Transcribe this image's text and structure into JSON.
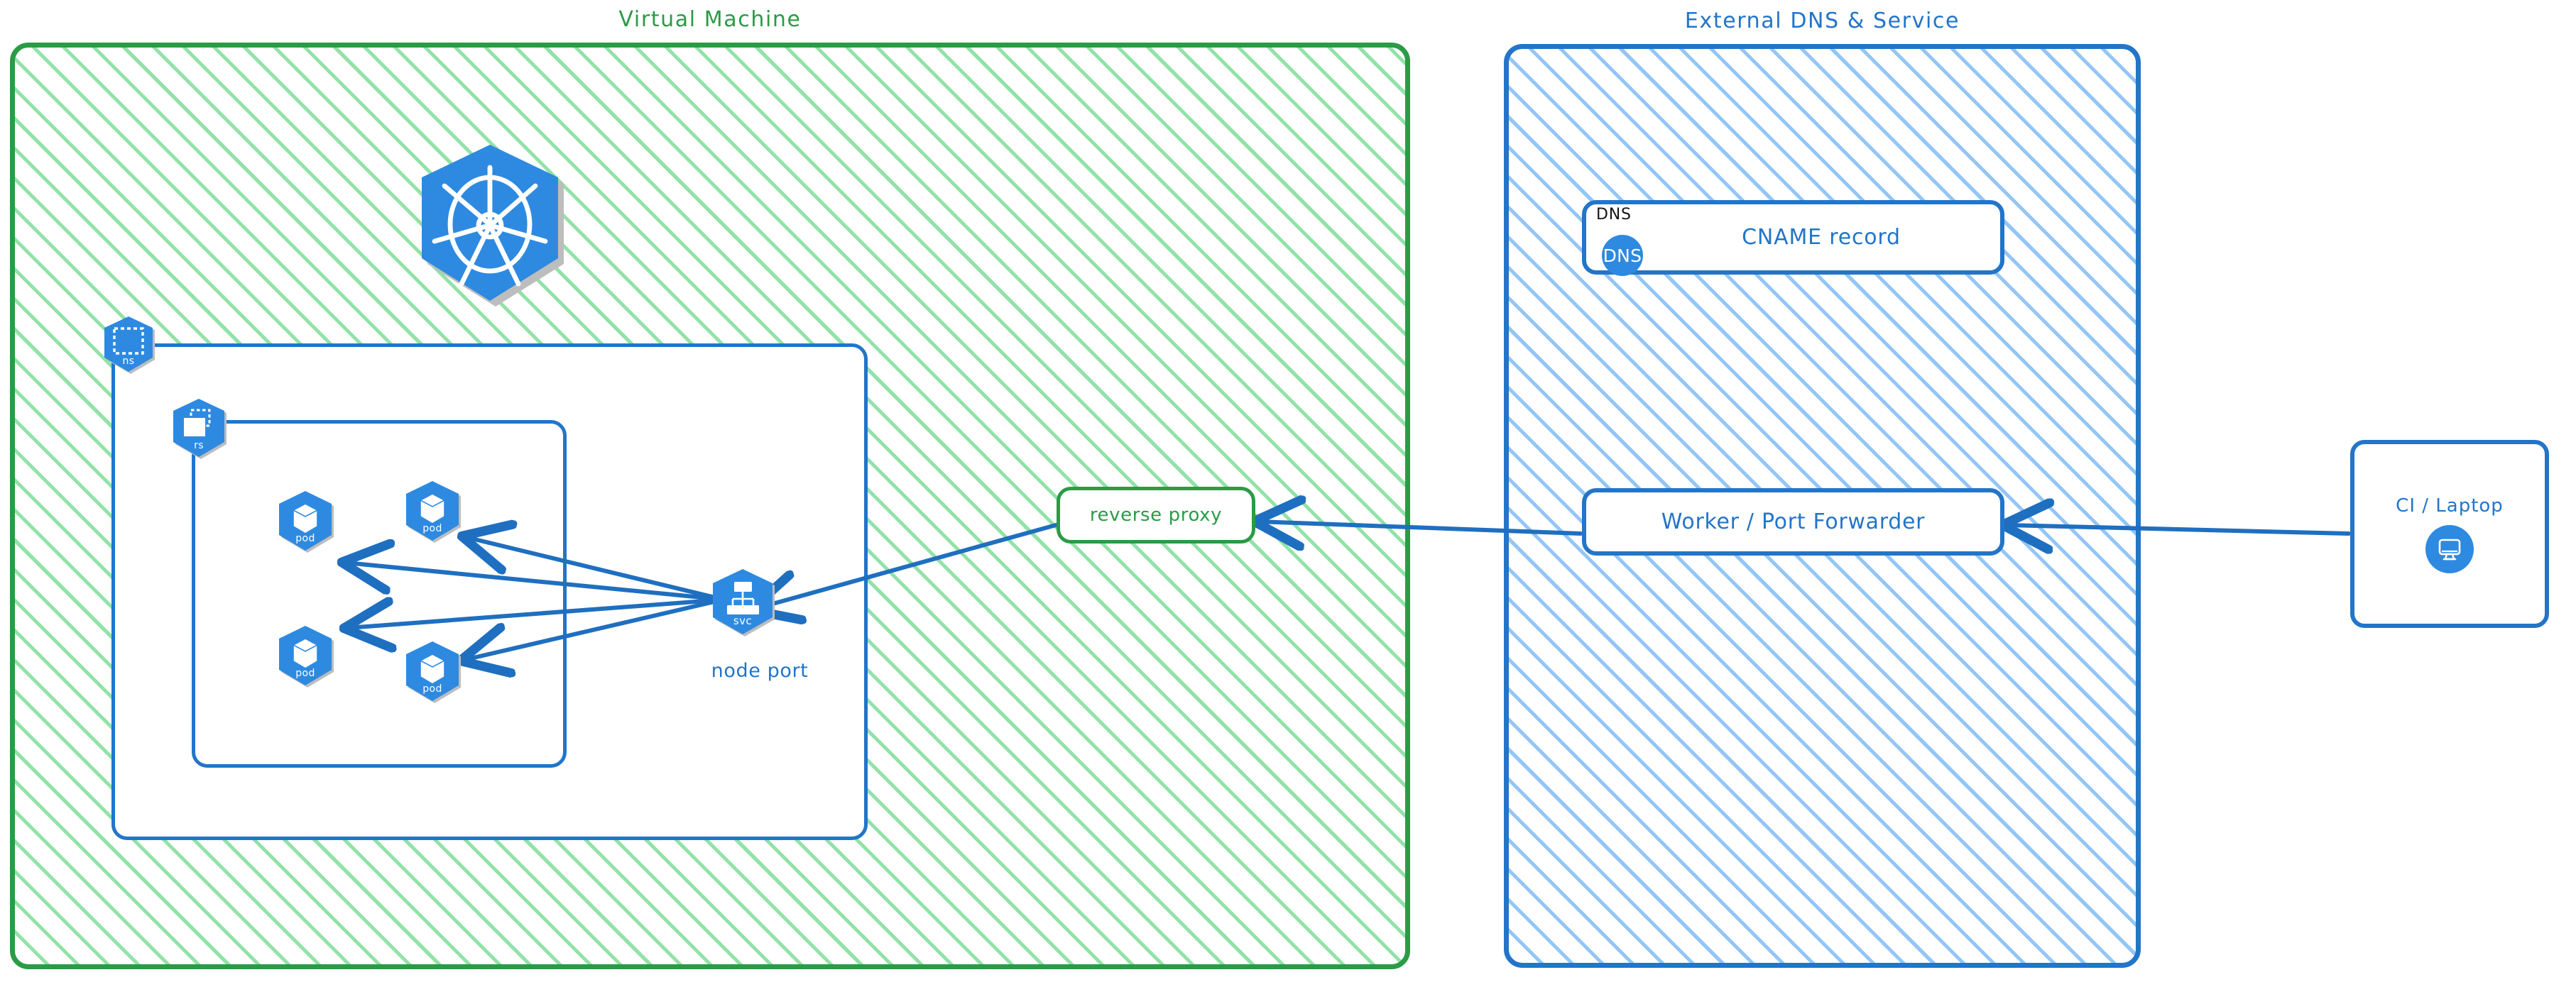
{
  "zones": {
    "vm": {
      "title": "Virtual Machine",
      "color": "#2b9b46"
    },
    "external": {
      "title": "External DNS & Service",
      "color": "#2275c9"
    }
  },
  "kubernetes": {
    "logo_icon": "kubernetes-helm-icon",
    "namespace": {
      "label": "ns",
      "icon": "namespace-icon"
    },
    "replicaset": {
      "label": "rs",
      "icon": "replicaset-icon"
    },
    "service": {
      "label": "svc",
      "icon": "service-icon",
      "caption": "node port"
    },
    "pods": [
      {
        "label": "pod",
        "icon": "pod-icon"
      },
      {
        "label": "pod",
        "icon": "pod-icon"
      },
      {
        "label": "pod",
        "icon": "pod-icon"
      },
      {
        "label": "pod",
        "icon": "pod-icon"
      }
    ]
  },
  "nodes": {
    "reverse_proxy": {
      "label": "reverse proxy",
      "color": "#2b9b46"
    },
    "dns_record": {
      "header": "DNS",
      "badge": "DNS",
      "label": "CNAME record",
      "color": "#2275c9"
    },
    "worker": {
      "label": "Worker / Port Forwarder",
      "color": "#2275c9"
    },
    "client": {
      "label": "CI / Laptop",
      "icon": "desktop-monitor-icon",
      "color": "#2275c9"
    }
  },
  "edges": [
    {
      "from": "svc",
      "to": "pod-1"
    },
    {
      "from": "svc",
      "to": "pod-2"
    },
    {
      "from": "svc",
      "to": "pod-3"
    },
    {
      "from": "svc",
      "to": "pod-4"
    },
    {
      "from": "reverse-proxy",
      "to": "svc"
    },
    {
      "from": "worker",
      "to": "reverse-proxy"
    },
    {
      "from": "client",
      "to": "worker"
    }
  ],
  "palette": {
    "k8s_blue": "#2e8ae0",
    "border_blue": "#2275c9",
    "green": "#2b9b46",
    "hatch_green": "#8ce1a3",
    "hatch_blue": "#8dc3f5",
    "arrow_blue": "#1f6fc0"
  }
}
